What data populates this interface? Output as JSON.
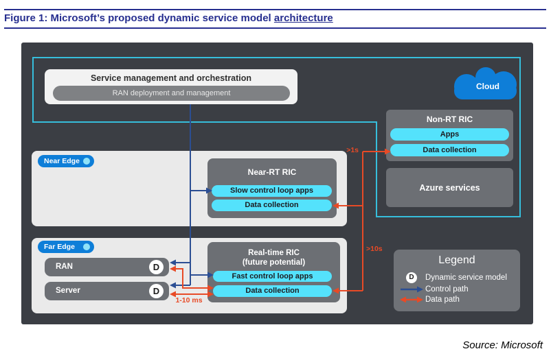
{
  "figure": {
    "title_prefix": "Figure 1: Microsoft’s proposed dynamic service model ",
    "title_link": "architecture"
  },
  "diagram": {
    "smo": {
      "title": "Service management and orchestration",
      "bar_label": "RAN deployment and management"
    },
    "cloud_label": "Cloud",
    "non_rt_ric": {
      "title": "Non-RT RIC",
      "bars": [
        "Apps",
        "Data collection"
      ]
    },
    "azure_label": "Azure services",
    "near_edge": {
      "badge": "Near Edge",
      "ric_title": "Near-RT RIC",
      "bars": [
        "Slow control loop apps",
        "Data collection"
      ]
    },
    "far_edge": {
      "badge": "Far Edge",
      "ran_label": "RAN",
      "server_label": "Server",
      "d_letter": "D"
    },
    "rt_ric": {
      "title_line1": "Real-time RIC",
      "title_line2": "(future potential)",
      "bars": [
        "Fast control loop apps",
        "Data collection"
      ]
    },
    "path_labels": {
      "gt_1s": ">1s",
      "gt_10s": ">10s",
      "ms_1_10": "1-10 ms"
    },
    "legend": {
      "title": "Legend",
      "d_letter": "D",
      "items": [
        {
          "label": "Dynamic service model"
        },
        {
          "label": "Control path"
        },
        {
          "label": "Data path"
        }
      ]
    }
  },
  "source_note": "Source: Microsoft",
  "colors": {
    "title_navy": "#262E8F",
    "panel_dark": "#3B3E44",
    "teal_border": "#36BEDC",
    "control_blue": "#2B4E93",
    "data_orange": "#E84A26",
    "microsoft_blue": "#0E7ED8",
    "cyan_bar": "#54E2FC"
  }
}
